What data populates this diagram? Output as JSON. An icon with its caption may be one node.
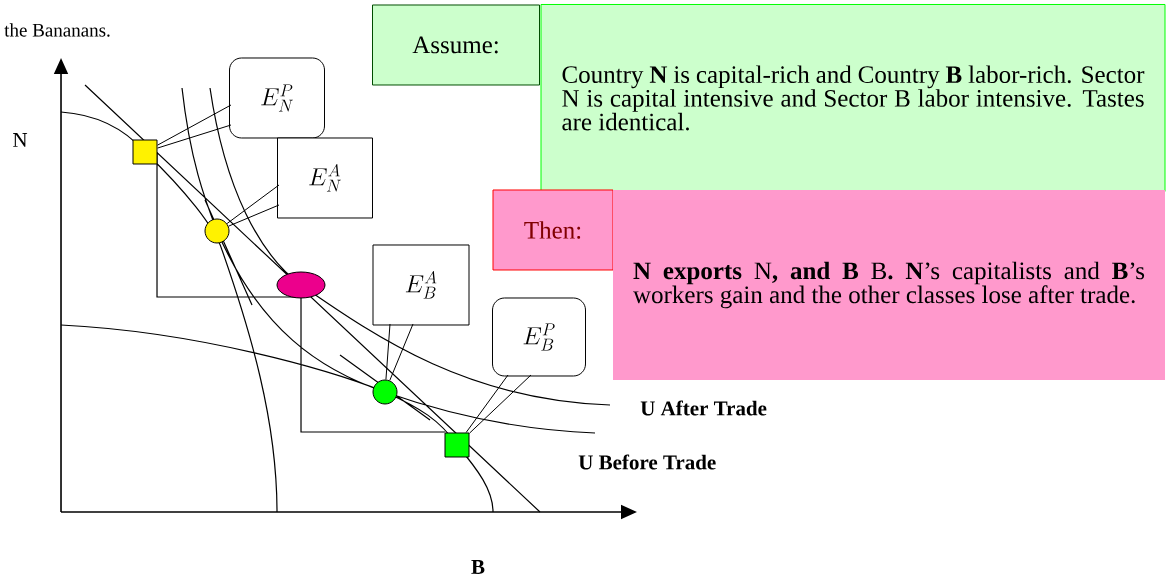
{
  "diagram": {
    "nodes": [
      {
        "text": [
          "Assume:"
        ]
      },
      {
        "text": [
          "Country **N** is capital-rich and Country **B** labor-rich. Sector N is capital intensive and Sector B labor intensive. Tastes are identical."
        ]
      },
      {
        "text": [
          "Then:"
        ]
      },
      {
        "text": [
          "**N exports** N**, and B** B**. N**’s capitalists and **B**’s workers gain and the other classes lose after trade."
        ]
      },
      {
        "text": [
          "E_N^P"
        ]
      },
      {
        "text": [
          "E_N^A"
        ]
      },
      {
        "text": [
          "E_B^A"
        ]
      },
      {
        "text": [
          "E_B^P"
        ]
      },
      {
        "text": [],
        "shape": "box"
      },
      {
        "text": [],
        "shape": "circle"
      },
      {
        "text": [],
        "shape": "ellipse"
      },
      {
        "text": [],
        "shape": "circle"
      },
      {
        "text": [],
        "shape": "box"
      }
    ],
    "edges": [
      {
        "from": 4,
        "to": 8,
        "arrow": "none"
      },
      {
        "from": 5,
        "to": 9,
        "arrow": "none"
      },
      {
        "from": 6,
        "to": 11,
        "arrow": "none"
      },
      {
        "from": 7,
        "to": 12,
        "arrow": "none"
      }
    ],
    "labels": [
      "the Bananans.",
      "N",
      "U After Trade",
      "U Before Trade",
      "B"
    ]
  }
}
